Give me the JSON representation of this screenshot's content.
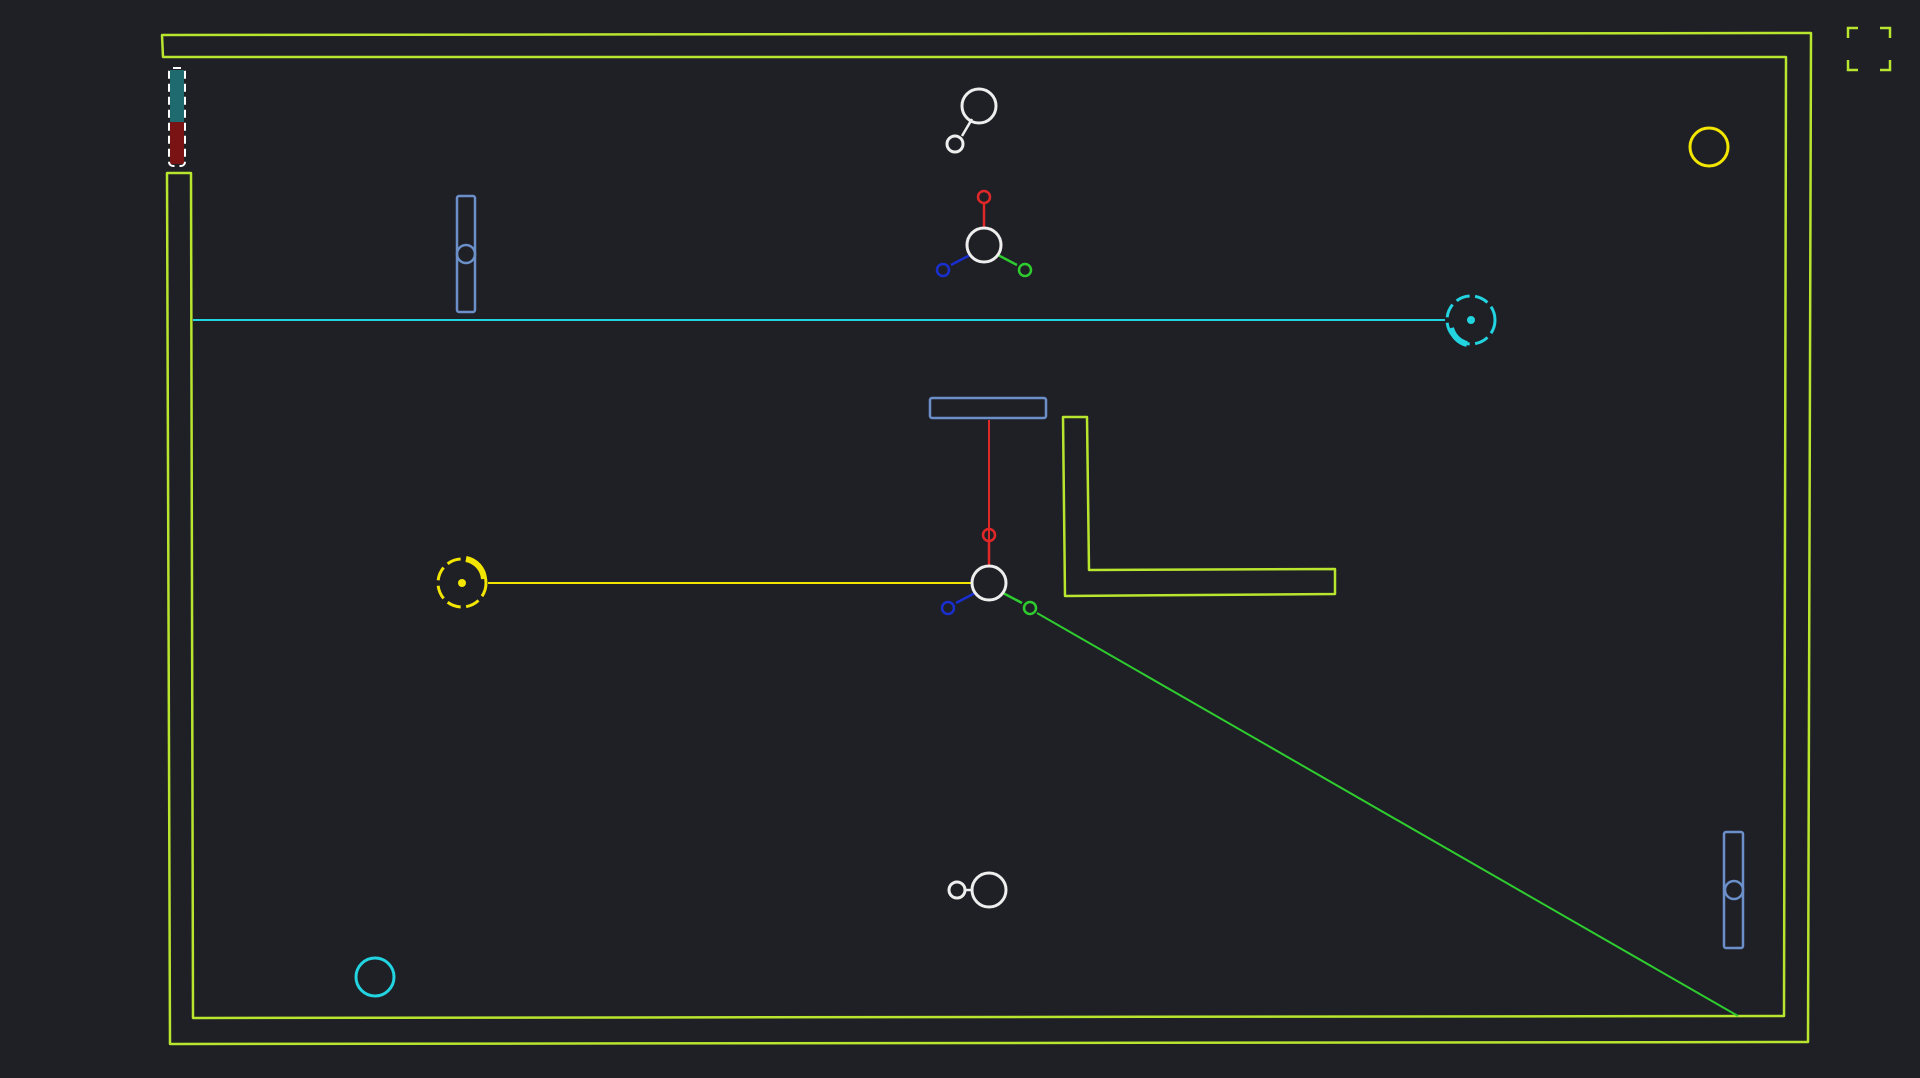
{
  "colors": {
    "background": "#1f1f26",
    "wall": "#b8e62e",
    "cyan": "#22d3e0",
    "yellow": "#f2e600",
    "white": "#eeeeee",
    "block": "#6b8fc9",
    "red": "#e02828",
    "green": "#2ecc2e",
    "blue": "#1a2fd0",
    "gate_top": "#1e6a6e",
    "gate_bottom": "#7a1414"
  },
  "icons": {
    "fullscreen": "fullscreen-icon",
    "cyan_emitter": "cyan-emitter-icon",
    "yellow_emitter": "yellow-emitter-icon",
    "three_way_splitter": "three-way-splitter-icon",
    "two_way_rotator": "two-way-rotator-icon"
  },
  "game": {
    "beams": {
      "cyan": "cyan",
      "yellow": "yellow",
      "red": "red",
      "green": "green"
    }
  }
}
